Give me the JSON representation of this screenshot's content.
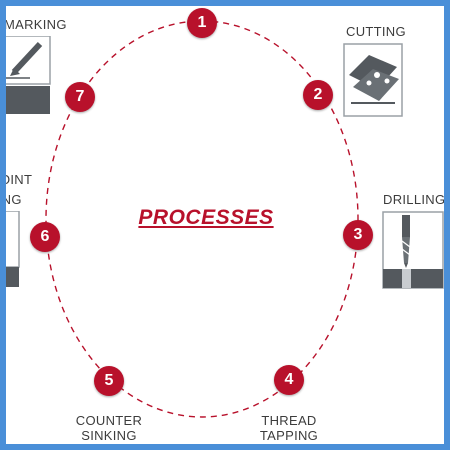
{
  "center_title": "PROCESSES",
  "colors": {
    "accent": "#b8112b",
    "frame": "#4a8fd8",
    "icon_gray": "#54595e"
  },
  "steps": [
    {
      "number": "1"
    },
    {
      "number": "2",
      "label": "CUTTING",
      "icon": "cutting-icon"
    },
    {
      "number": "3",
      "label": "DRILLING",
      "icon": "drill-icon"
    },
    {
      "number": "4",
      "label_line1": "THREAD",
      "label_line2": "TAPPING"
    },
    {
      "number": "5",
      "label_line1": "COUNTER",
      "label_line2": "SINKING"
    },
    {
      "number": "6",
      "label_line1": "POINT",
      "label_line2": "MARKING",
      "icon": "point-marking-icon"
    },
    {
      "number": "7",
      "label": "MARKING",
      "icon": "marking-icon"
    }
  ]
}
